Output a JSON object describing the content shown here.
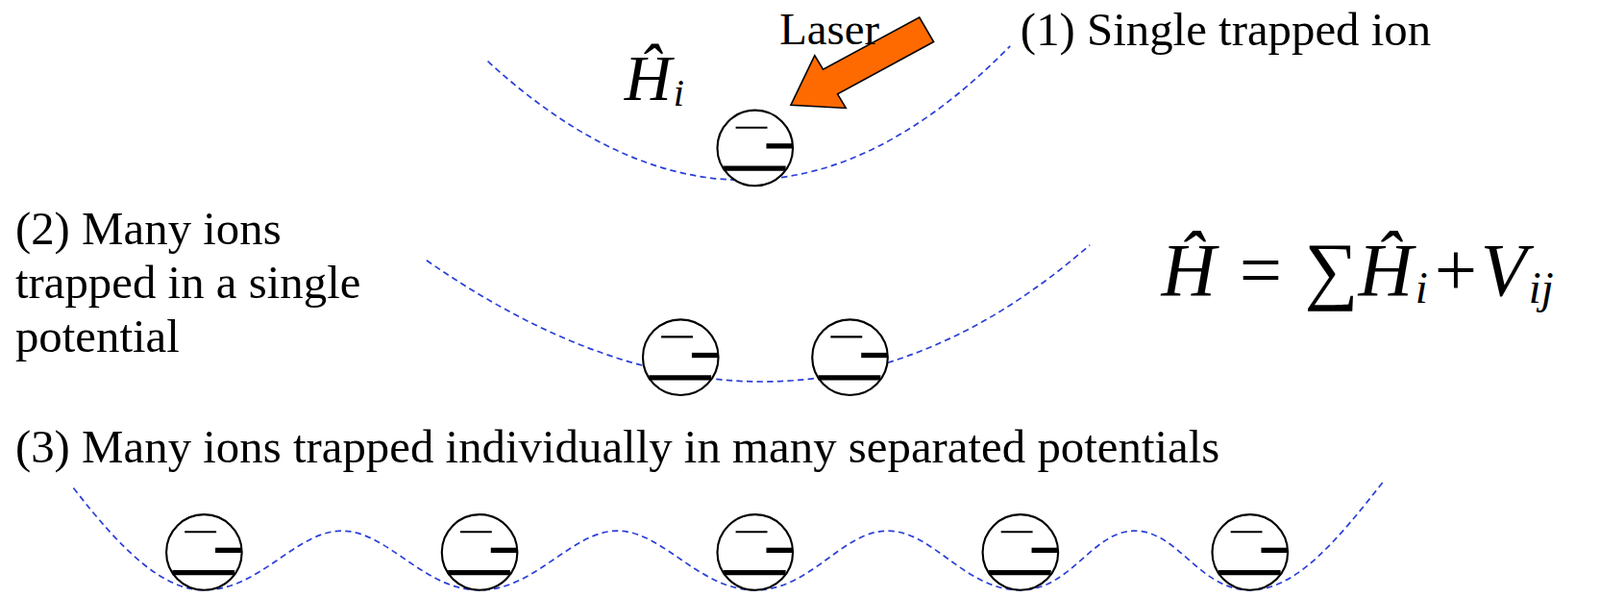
{
  "diagram": {
    "labels": [
      "Laser",
      "(1) Single trapped ion",
      "Ĥ",
      "i",
      "(2) Many ions trapped in a single potential",
      "Ĥ = ∑Ĥ",
      "i",
      "+V",
      "ij",
      "(3) Many ions trapped individually in many separated potentials"
    ]
  }
}
